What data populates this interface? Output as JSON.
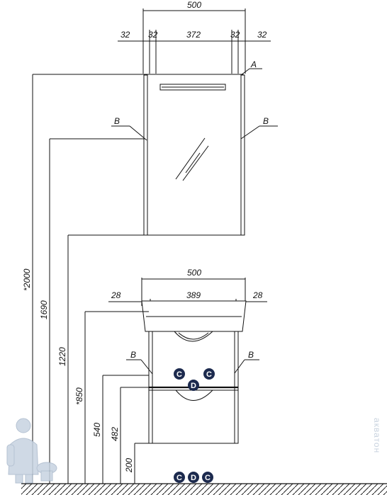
{
  "dimensions": {
    "mirror_width": "500",
    "mirror_side_left_outer": "32",
    "mirror_side_left_inner": "32",
    "mirror_inner": "372",
    "mirror_side_right_inner": "32",
    "mirror_side_right_outer": "32",
    "cabinet_width": "500",
    "cabinet_side_left": "28",
    "cabinet_inner": "389",
    "cabinet_side_right": "28",
    "height_total": "*2000",
    "height_1690": "1690",
    "height_1220": "1220",
    "height_850": "*850",
    "height_540": "540",
    "height_482": "482",
    "height_200": "200"
  },
  "labels": {
    "a": "A",
    "b_mirror_left": "B",
    "b_mirror_right": "B",
    "b_cab_left": "B",
    "b_cab_right": "B"
  },
  "markers": {
    "c": "C",
    "d": "D"
  },
  "watermark": "акватон",
  "colors": {
    "line": "#111111",
    "marker_fill": "#1c2a4e",
    "mascot": "#b9c8da"
  }
}
